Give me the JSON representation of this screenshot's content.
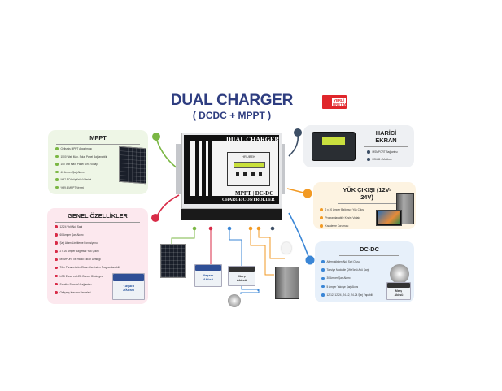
{
  "header": {
    "title": "DUAL CHARGER",
    "subtitle": "( DCDC + MPPT )",
    "badge_line1": "YERLİ",
    "badge_line2": "ÜRETİM"
  },
  "controller": {
    "name": "DUAL CHARGER",
    "brand": "HRUBEK",
    "label": "MPPT | DC-DC",
    "sublabel": "CHARGE CONTROLLER"
  },
  "cards": {
    "mppt": {
      "title": "MPPT",
      "items": [
        "Gelişmiş MPPT Algoritması",
        "1500 Watt Max. Solar Panel Bağlanabilir",
        "100 Volt Max. Panel Giriş Voltajı",
        "40 Amper Şarj Akımı",
        "%97.5 Dönüştürücü Verimi",
        "%99.6 MPPT Verimi"
      ]
    },
    "genel": {
      "title": "GENEL ÖZELLİKLER",
      "items": [
        "12/24 Volt Akü Şarjı",
        "60 Amper Şarj Akımı",
        "Şarj Akımı Limitleme Fonksiyonu",
        "2 x 20 Amper Bağımsız Yük Çıkışı",
        "MSMPORT ile Harici Ekran Desteği",
        "Tüm Parametreler Ekran Üzerinden Programlanabilir",
        "LCD Ekran ve LED Durum Göstergesi",
        "Sıcaklık Sensörü Bağlantısı",
        "Gelişmiş Koruma Devreleri"
      ]
    },
    "harici": {
      "title": "HARİCİ EKRAN",
      "items": [
        "MSMPORT Bağlantısı",
        "RS485 - Modbus"
      ]
    },
    "yuk": {
      "title": "YÜK ÇIKIŞI (12V-24V)",
      "items": [
        "2 x 20 Amper Bağımsız Yük Çıkışı",
        "Programlanabilir Kesim Voltajı",
        "Kısadevre Koruması"
      ]
    },
    "dcdc": {
      "title": "DC-DC",
      "items": [
        "Alternatörden Akü Şarj Olusu",
        "Takviye Modu ile Çift Yönlü Akü Şarjı",
        "30 Amper Şarj Akımı",
        "5 Amper Takviye Şarj Akımı",
        "12-12, 12-24, 24-12, 24-24 Şarj Yapabilir"
      ]
    }
  },
  "devices": {
    "service_battery": "Yaşam\nAküsü",
    "starter_battery": "Marş\nAküsü"
  },
  "colors": {
    "title": "#2e3d80",
    "mppt": "#7bb744",
    "genel": "#d82b47",
    "harici": "#3d4f66",
    "yuk": "#f29a24",
    "dcdc": "#3a86d6"
  }
}
